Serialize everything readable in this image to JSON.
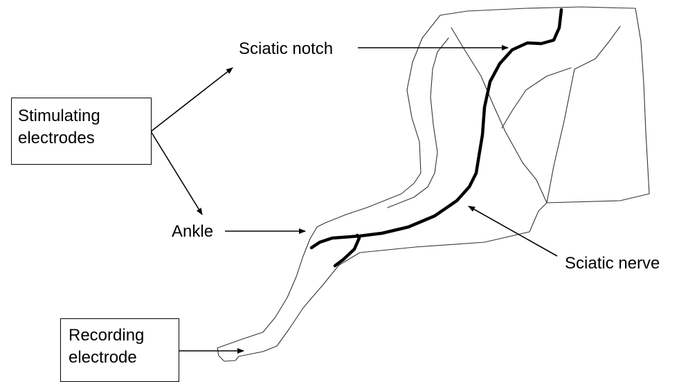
{
  "labels": {
    "stimulating_line1": "Stimulating",
    "stimulating_line2": "electrodes",
    "sciatic_notch": "Sciatic notch",
    "ankle": "Ankle",
    "sciatic_nerve": "Sciatic nerve",
    "recording_line1": "Recording",
    "recording_line2": "electrode"
  },
  "colors": {
    "outline": "#000000",
    "nerve": "#000000",
    "background": "#ffffff"
  }
}
